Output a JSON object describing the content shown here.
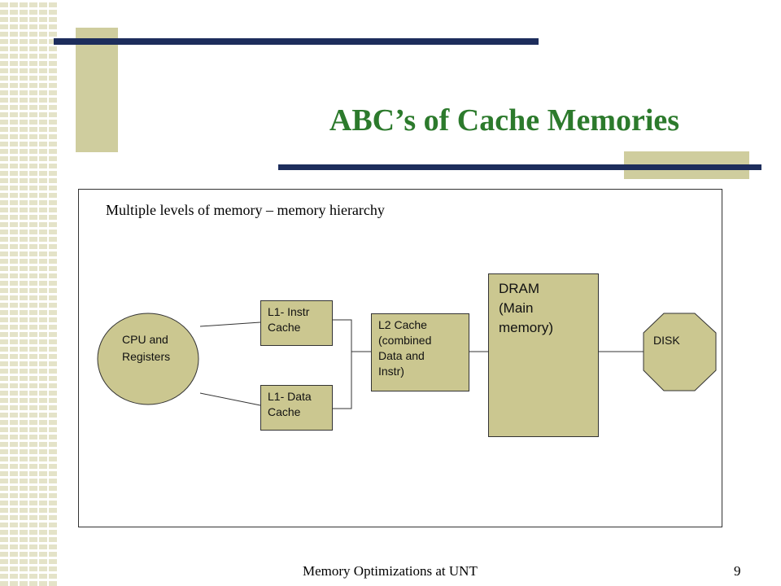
{
  "slide": {
    "title": "ABC’s of Cache Memories",
    "subtitle": "Multiple levels of memory – memory hierarchy",
    "footer": "Memory Optimizations at UNT",
    "page_number": "9"
  },
  "diagram": {
    "cpu": "CPU and\nRegisters",
    "l1_instr": "L1- Instr\nCache",
    "l1_data": "L1- Data\nCache",
    "l2": "L2 Cache\n(combined\nData and\nInstr)",
    "dram": "DRAM\n(Main\nmemory)",
    "disk": "DISK"
  },
  "colors": {
    "title": "#2c7a2c",
    "box_fill": "#cbc790",
    "bar_navy": "#1d2d5c",
    "accent_tan": "#cfcd9e"
  }
}
